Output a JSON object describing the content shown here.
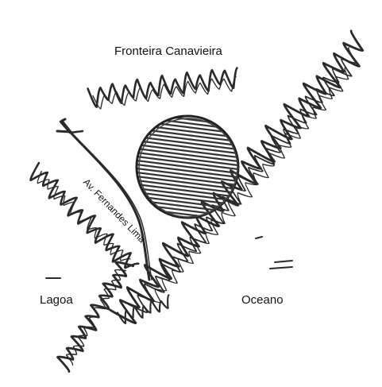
{
  "labels": {
    "top": "Fronteira Canavieira",
    "road": "Av. Fernandes Lima",
    "left": "Lagoa",
    "right": "Oceano"
  },
  "colors": {
    "ink": "#2a2a2a",
    "paper": "#ffffff"
  }
}
